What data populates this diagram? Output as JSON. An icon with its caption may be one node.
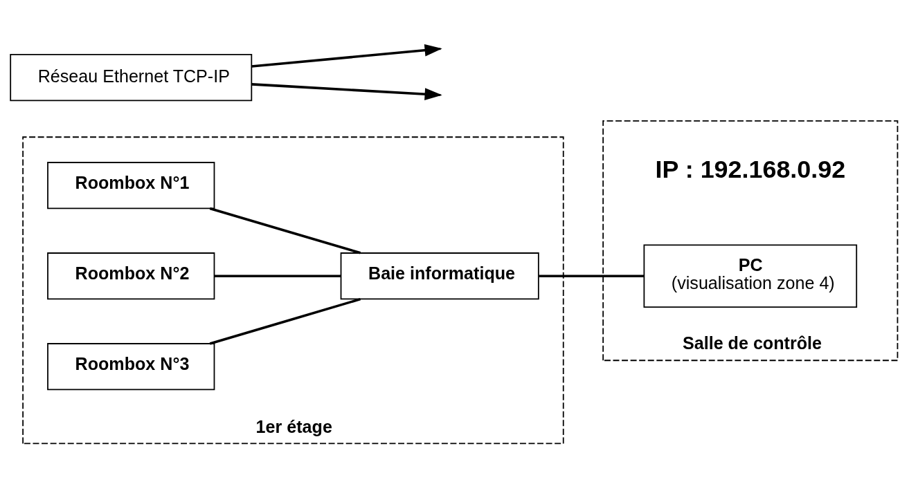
{
  "diagram": {
    "nodes": [
      {
        "text": [
          "1er étage"
        ]
      },
      {
        "text": [
          "Roombox N°1"
        ],
        "in": 0
      },
      {
        "text": [
          "Roombox N°2"
        ],
        "in": 0
      },
      {
        "text": [
          "Roombox N°3"
        ],
        "in": 0
      },
      {
        "text": [
          "Baie informatique"
        ],
        "in": 0
      },
      {
        "text": [
          "Salle de contrôle"
        ]
      },
      {
        "text": [
          "PC",
          "(visualisation zone 4)"
        ],
        "in": 5,
        "beside": [
          "IP : 192.168.0.92"
        ]
      },
      {
        "text": [
          "Réseau Ethernet TCP-IP"
        ]
      }
    ],
    "edges": [
      {
        "from": 1,
        "to": 4,
        "arrow": "none"
      },
      {
        "from": 2,
        "to": 4,
        "arrow": "none"
      },
      {
        "from": 3,
        "to": 4,
        "arrow": "none"
      },
      {
        "from": 4,
        "to": 6,
        "arrow": "none"
      },
      {
        "from": 7,
        "to": null,
        "arrow": "to"
      },
      {
        "from": 7,
        "to": null,
        "arrow": "to"
      }
    ]
  }
}
